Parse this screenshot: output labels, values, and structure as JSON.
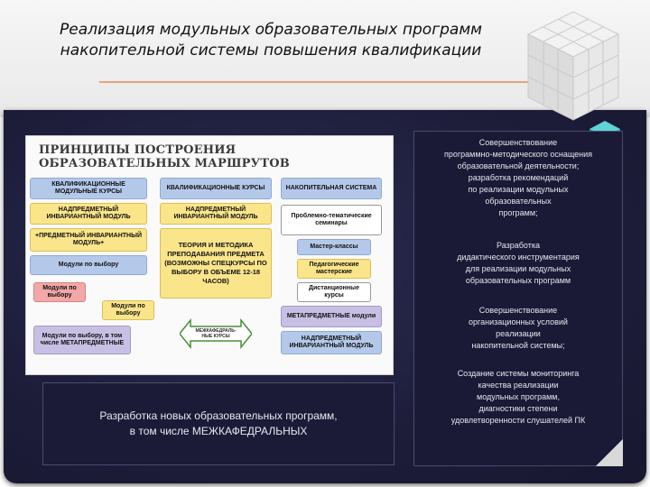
{
  "slide": {
    "title_line1": "Реализация  модульных образовательных программ",
    "title_line2": "накопительной системы повышения квалификации"
  },
  "figure": {
    "title_line1": "ПРИНЦИПЫ ПОСТРОЕНИЯ",
    "title_line2": "ОБРАЗОВАТЕЛЬНЫХ МАРШРУТОВ",
    "left_col": [
      "КВАЛИФИКАЦИОННЫЕ МОДУЛЬНЫЕ КУРСЫ",
      "НАДПРЕДМЕТНЫЙ ИНВАРИАНТНЫЙ МОДУЛЬ",
      "+ПРЕДМЕТНЫЙ ИНВАРИАНТНЫЙ МОДУЛЬ+",
      "Модули по выбору",
      "Модули по выбору",
      "Модули по выбору",
      "Модули по выбору, в том числе МЕТАПРЕДМЕТНЫЕ"
    ],
    "mid_col": [
      "КВАЛИФИКАЦИОННЫЕ КУРСЫ",
      "НАДПРЕДМЕТНЫЙ ИНВАРИАНТНЫЙ МОДУЛЬ",
      "ТЕОРИЯ И МЕТОДИКА ПРЕПОДАВАНИЯ ПРЕДМЕТА (ВОЗМОЖНЫ СПЕЦКУРСЫ ПО ВЫБОРУ В ОБЪЕМЕ 12-18 ЧАСОВ)",
      "МЕЖКАФЕДРАЛЬ-НЫЕ КУРСЫ"
    ],
    "right_col": [
      "НАКОПИТЕЛЬНАЯ СИСТЕМА",
      "Проблемно-тематические семинары",
      "Мастер-классы",
      "Педагогические мастерские",
      "Дистанционные курсы",
      "МЕТАПРЕДМЕТНЫЕ модули",
      "НАДПРЕДМЕТНЫЙ ИНВАРИАНТНЫЙ МОДУЛЬ"
    ]
  },
  "new_programs": {
    "line1": "Разработка новых образовательных программ,",
    "line2": "в том числе МЕЖКАФЕДРАЛЬНЫХ"
  },
  "right_column": [
    {
      "lines": [
        "Совершенствование",
        "программно-методического оснащения",
        "образовательной деятельности;",
        "разработка рекомендаций",
        "по реализации модульных",
        "образовательных",
        "программ;"
      ]
    },
    {
      "lines": [
        "Разработка",
        "дидактического инструментария",
        "для реализации модульных",
        "образовательных программ"
      ]
    },
    {
      "lines": [
        "Совершенствование",
        "организационных условий",
        "реализации",
        "накопительной системы;"
      ]
    },
    {
      "lines": [
        "Создание системы мониторинга",
        "качества реализации",
        "модульных программ,",
        "диагностики степени",
        "удовлетворенности слушателей ПК"
      ]
    }
  ],
  "colors": {
    "panel": "#1d1d3a",
    "accent_rule": "#e8a27a",
    "cube_teal": "#2bb3b6"
  }
}
